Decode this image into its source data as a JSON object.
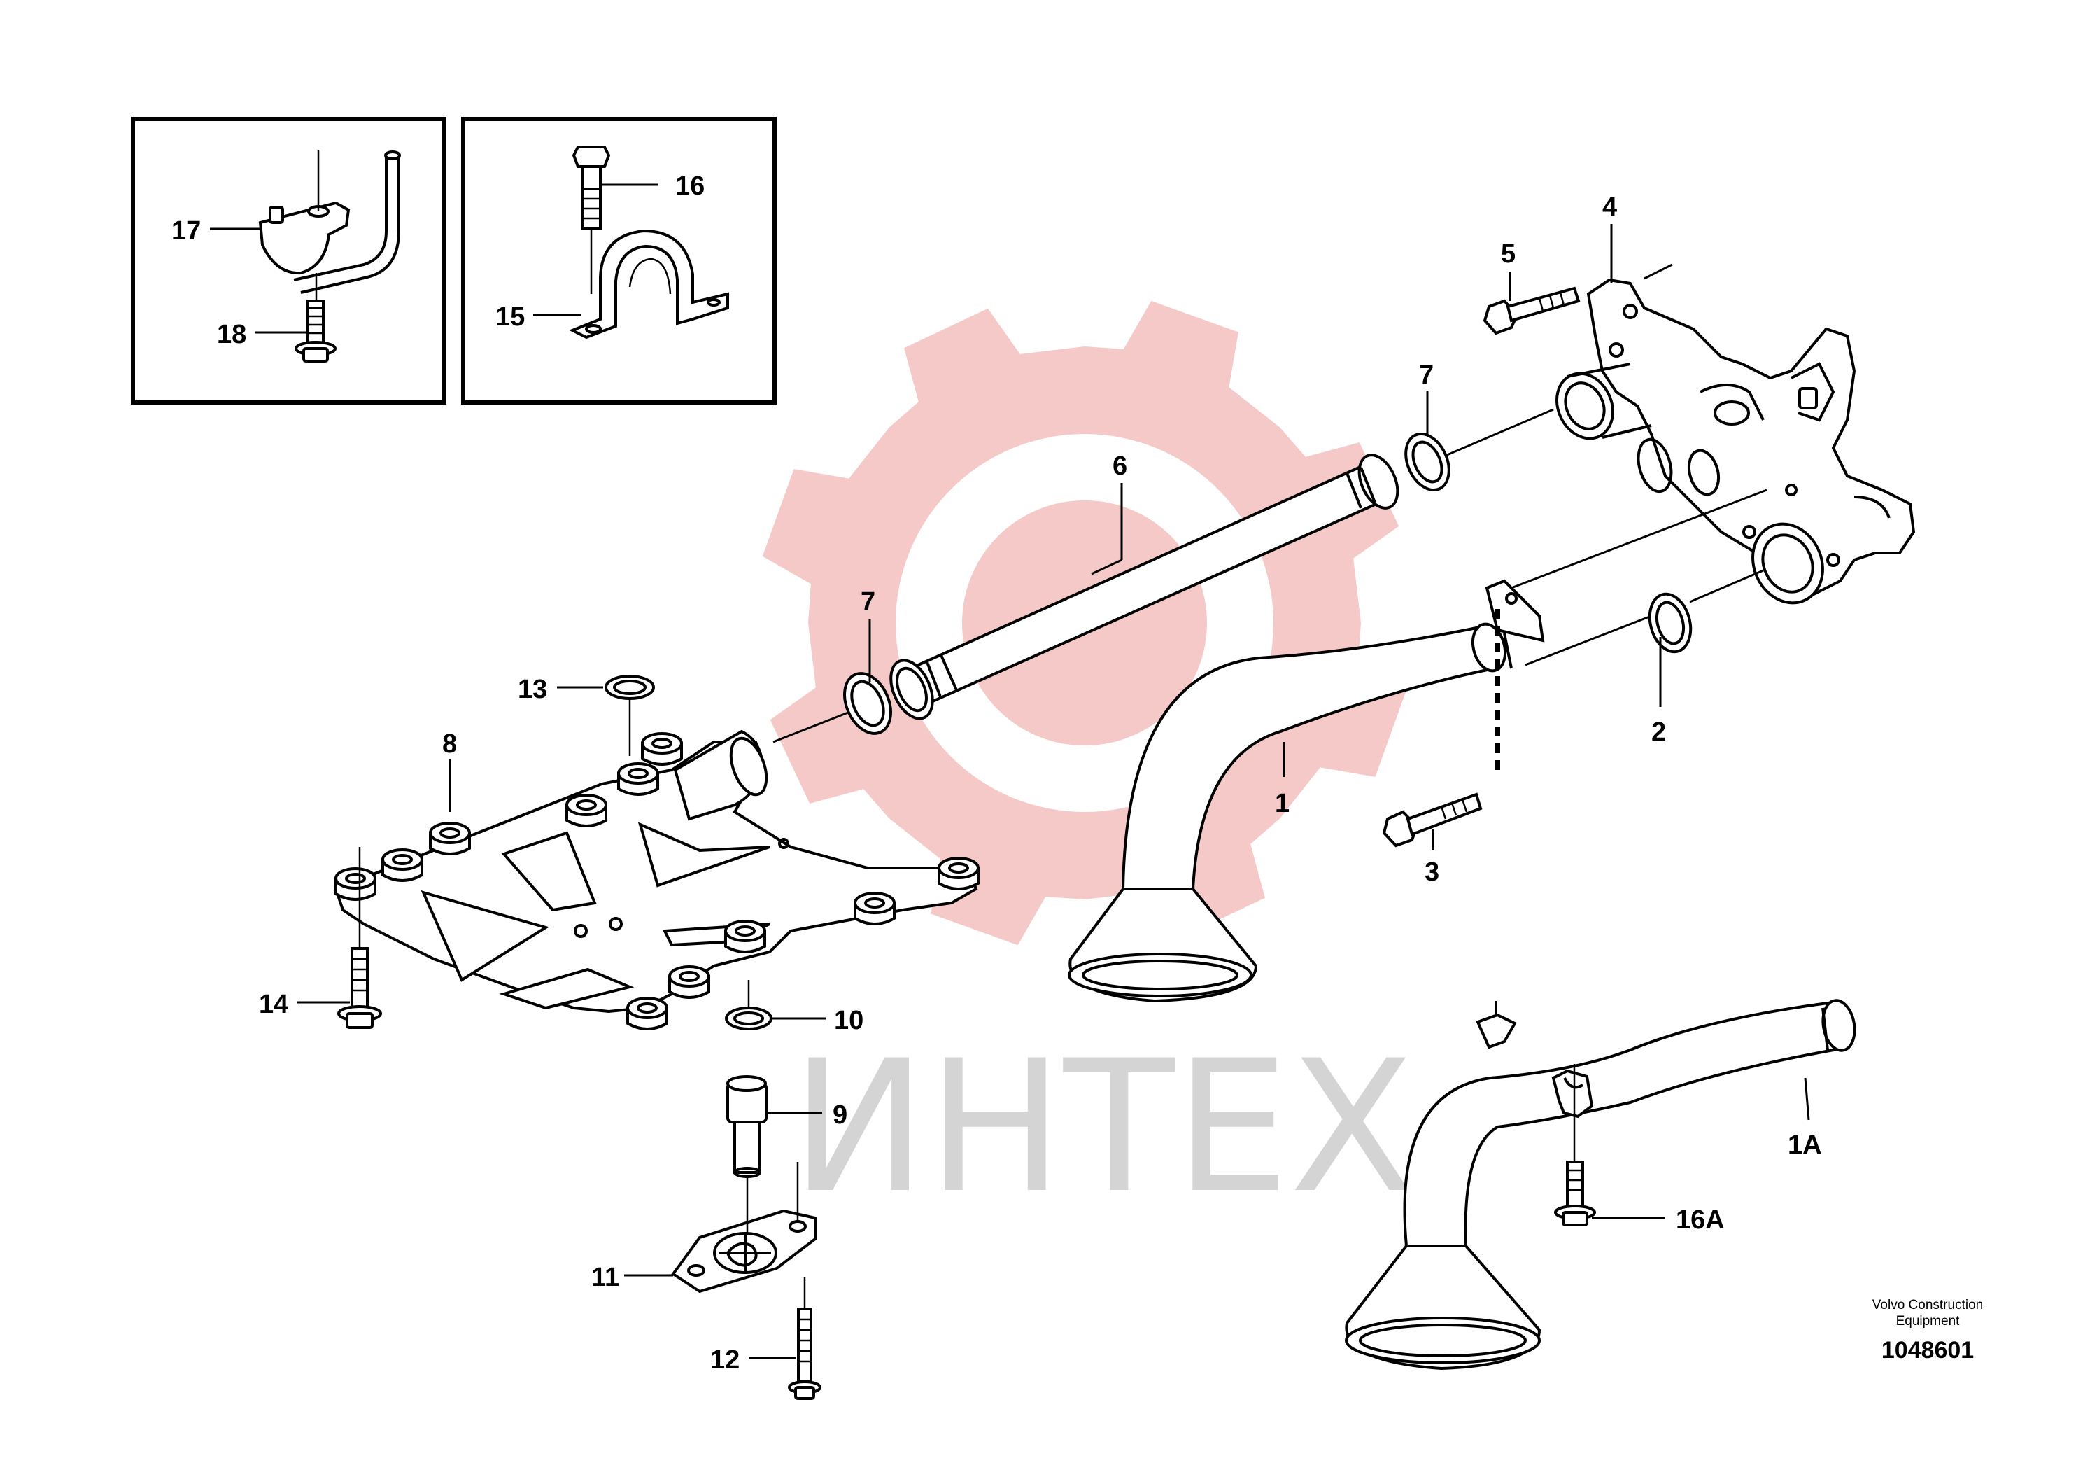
{
  "watermark": {
    "text": "ИНТЕХ",
    "gear_color": "#f5c0c0",
    "text_color": "#d4d4d4"
  },
  "callouts": {
    "c1": "1",
    "c1a": "1A",
    "c2": "2",
    "c3": "3",
    "c4": "4",
    "c5": "5",
    "c6": "6",
    "c7a": "7",
    "c7b": "7",
    "c8": "8",
    "c9": "9",
    "c10": "10",
    "c11": "11",
    "c12": "12",
    "c13": "13",
    "c14": "14",
    "c15": "15",
    "c16": "16",
    "c16a": "16A",
    "c17": "17",
    "c18": "18"
  },
  "footer": {
    "company_line1": "Volvo Construction",
    "company_line2": "Equipment",
    "reference": "1048601"
  }
}
